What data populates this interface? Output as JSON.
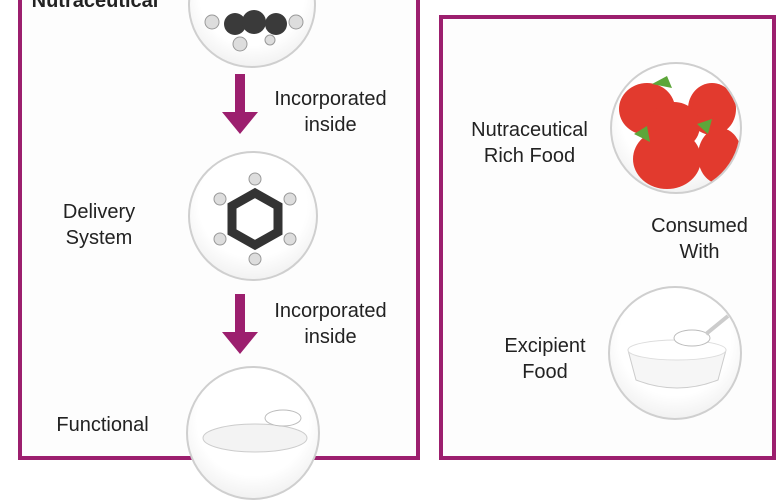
{
  "colors": {
    "accent": "#9c1f6e"
  },
  "left_panel": {
    "nutraceutical_label": "Nutraceutical",
    "arrow1_label_line1": "Incorporated",
    "arrow1_label_line2": "inside",
    "delivery_label_line1": "Delivery",
    "delivery_label_line2": "System",
    "arrow2_label_line1": "Incorporated",
    "arrow2_label_line2": "inside",
    "functional_label": "Functional"
  },
  "right_panel": {
    "rich_food_line1": "Nutraceutical",
    "rich_food_line2": "Rich Food",
    "consumed_line1": "Consumed",
    "consumed_line2": "With",
    "excipient_line1": "Excipient",
    "excipient_line2": "Food"
  }
}
